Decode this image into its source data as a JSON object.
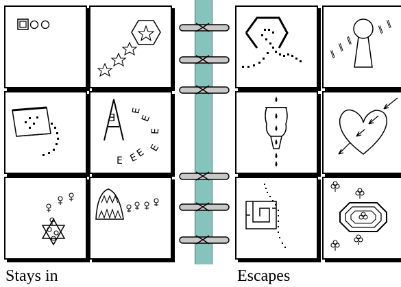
{
  "captions": {
    "left": "Stays in",
    "right": "Escapes"
  },
  "cards": [
    {
      "id": "card-squares-circles",
      "group": "left"
    },
    {
      "id": "card-hexagon-stars",
      "group": "left"
    },
    {
      "id": "card-bucket-dots",
      "group": "left"
    },
    {
      "id": "card-letter-a-es",
      "group": "left"
    },
    {
      "id": "card-star-of-david-keys",
      "group": "left"
    },
    {
      "id": "card-shark-jaw-keys",
      "group": "left"
    },
    {
      "id": "card-pentagon-dots",
      "group": "right"
    },
    {
      "id": "card-keyhole-eighths",
      "group": "right"
    },
    {
      "id": "card-lamp-drops",
      "group": "right"
    },
    {
      "id": "card-heart-arrows",
      "group": "right"
    },
    {
      "id": "card-maze-dots",
      "group": "right"
    },
    {
      "id": "card-octagon-clovers",
      "group": "right"
    }
  ],
  "colors": {
    "spine": "#86c3bd",
    "ring": "#b4b4b4",
    "ink": "#000000",
    "paper": "#ffffff"
  },
  "card_glyphs": {
    "letter_a": "A",
    "e": "E",
    "e_rev": "Ǝ"
  }
}
